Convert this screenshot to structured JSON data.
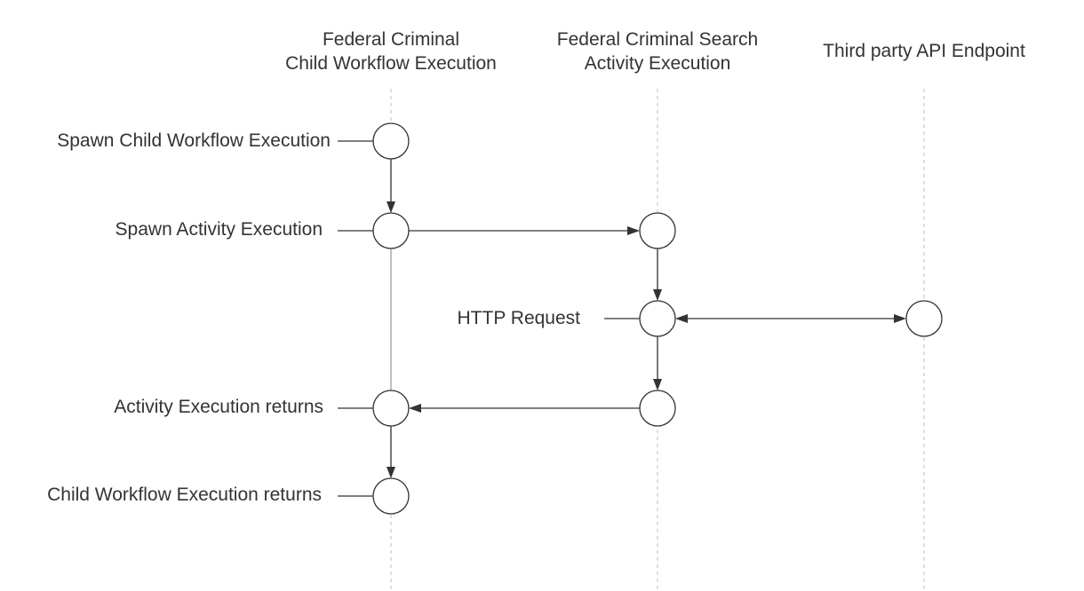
{
  "columns": [
    {
      "line1": "Federal Criminal",
      "line2": "Child Workflow Execution"
    },
    {
      "line1": "Federal Criminal Search",
      "line2": "Activity Execution"
    },
    {
      "line1": "Third party API Endpoint",
      "line2": ""
    }
  ],
  "steps": [
    {
      "label": "Spawn Child Workflow Execution"
    },
    {
      "label": "Spawn Activity Execution"
    },
    {
      "label": "HTTP Request"
    },
    {
      "label": "Activity Execution returns"
    },
    {
      "label": "Child Workflow Execution returns"
    }
  ],
  "colors": {
    "stroke": "#333333",
    "lifeline": "#c8c8c8",
    "text": "#333333"
  }
}
